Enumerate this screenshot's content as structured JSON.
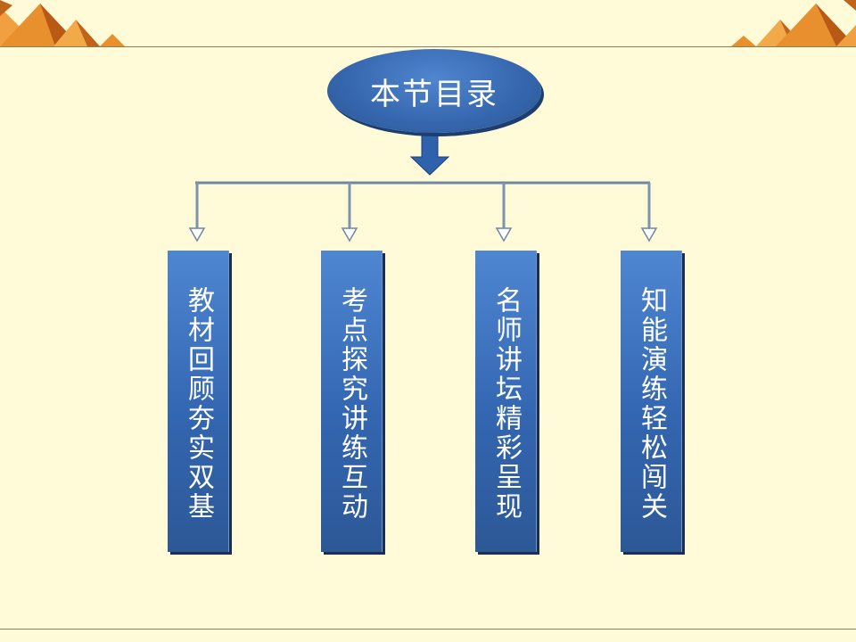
{
  "diagram": {
    "title": "本节目录",
    "topics": [
      {
        "label": "教材回顾夯实双基"
      },
      {
        "label": "考点探究讲练互动"
      },
      {
        "label": "名师讲坛精彩呈现"
      },
      {
        "label": "知能演练轻松闯关"
      }
    ]
  },
  "colors": {
    "background": "#fffbd9",
    "node_fill": "#3566ad",
    "arrow_fill": "#2f62ad",
    "line": "#7e93ad",
    "deco_orange": "#e8902e",
    "deco_dark": "#a8500f"
  }
}
